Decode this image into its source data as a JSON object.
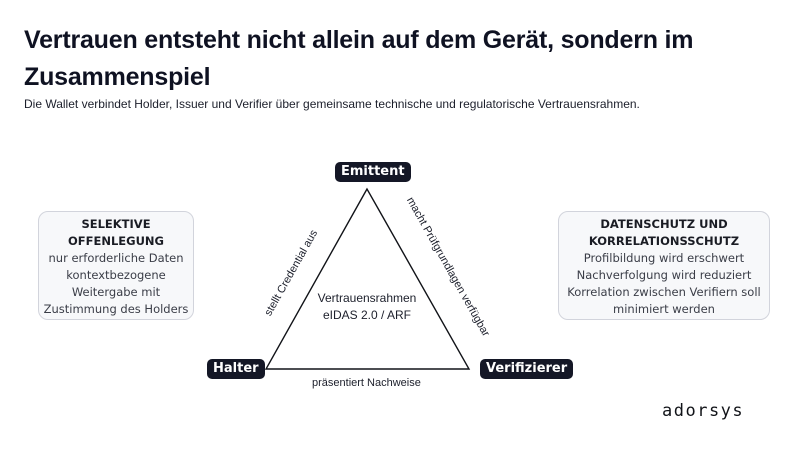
{
  "header": {
    "title": "Vertrauen entsteht nicht allein auf dem Gerät, sondern im Zusammenspiel",
    "subtitle": "Die Wallet verbindet Holder, Issuer und Verifier über gemeinsame technische und regulatorische Vertrauensrahmen."
  },
  "diagram": {
    "nodes": {
      "top": "Emittent",
      "bottom_left": "Halter",
      "bottom_right": "Verifizierer"
    },
    "edges": {
      "left": "stellt Credential aus",
      "right": "macht Prüfgrundlagen verfügbar",
      "bottom": "präsentiert Nachweise"
    },
    "center": {
      "line1": "Vertrauensrahmen",
      "line2": "eIDAS 2.0 / ARF"
    }
  },
  "boxes": {
    "left": {
      "heading1": "SELEKTIVE",
      "heading2": "OFFENLEGUNG",
      "lines": [
        "nur erforderliche Daten",
        "kontextbezogene",
        "Weitergabe mit",
        "Zustimmung des Holders"
      ]
    },
    "right": {
      "heading1": "DATENSCHUTZ UND",
      "heading2": "KORRELATIONSSCHUTZ",
      "lines": [
        "Profilbildung wird erschwert",
        "Nachverfolgung wird reduziert",
        "Korrelation zwischen Verifiern soll",
        "minimiert werden"
      ]
    }
  },
  "branding": {
    "logo": "adorsys"
  },
  "colors": {
    "node_bg": "#141726",
    "box_bg": "#f7f8fa",
    "box_border": "#d2d4dc",
    "text": "#0f1222"
  }
}
